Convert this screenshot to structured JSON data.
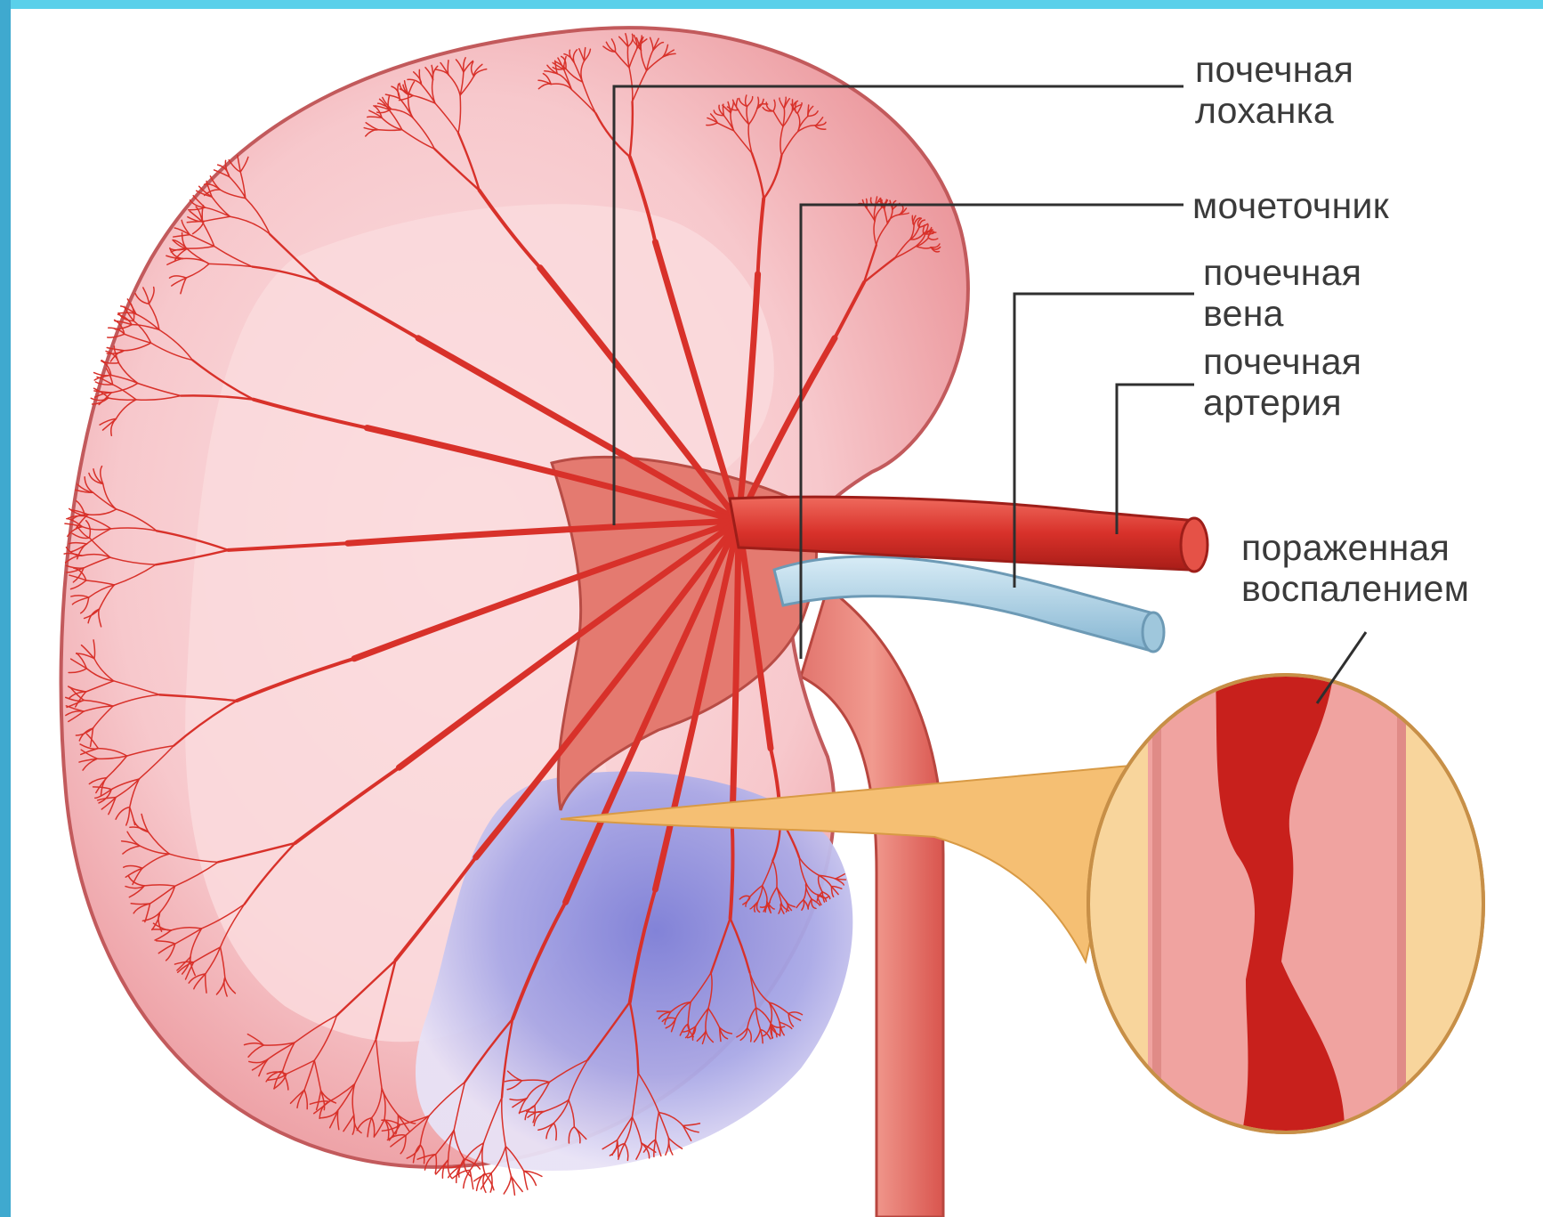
{
  "labels": {
    "renal_pelvis": [
      "почечная",
      "лоханка"
    ],
    "ureter": [
      "мочеточник"
    ],
    "renal_vein": [
      "почечная",
      "вена"
    ],
    "renal_artery": [
      "почечная",
      "артерия"
    ],
    "inflamed": [
      "пораженная",
      "воспалением"
    ]
  },
  "colors": {
    "frame": "#5ad0ea",
    "cortex": "#f6c3c8",
    "vessel": "#d8312a",
    "vein": "#a9cfe3",
    "inflamed_region": "#8f8fd6",
    "callout": "#f5bf73"
  }
}
